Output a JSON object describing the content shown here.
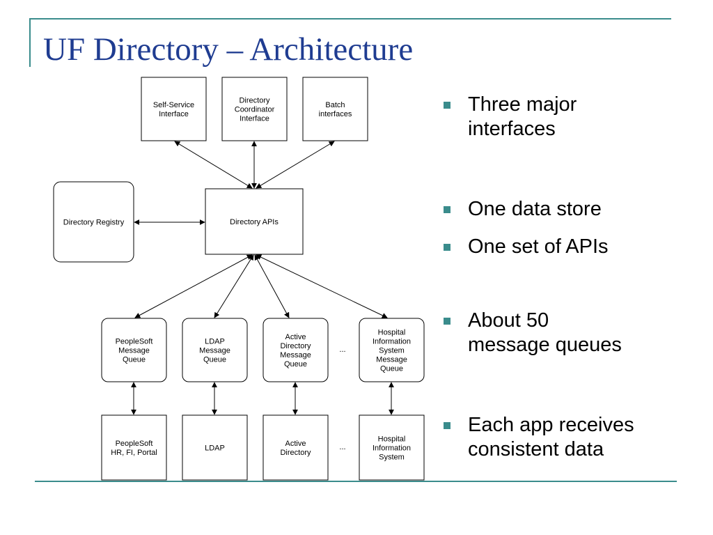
{
  "slide": {
    "title": "UF Directory – Architecture"
  },
  "diagram": {
    "interfaces": [
      {
        "lines": [
          "Self-Service",
          "Interface"
        ]
      },
      {
        "lines": [
          "Directory",
          "Coordinator",
          "Interface"
        ]
      },
      {
        "lines": [
          "Batch",
          "interfaces"
        ]
      }
    ],
    "registry": {
      "lines": [
        "Directory Registry"
      ]
    },
    "apis": {
      "lines": [
        "Directory APIs"
      ]
    },
    "queues": [
      {
        "lines": [
          "PeopleSoft",
          "Message",
          "Queue"
        ]
      },
      {
        "lines": [
          "LDAP",
          "Message",
          "Queue"
        ]
      },
      {
        "lines": [
          "Active",
          "Directory",
          "Message",
          "Queue"
        ]
      },
      {
        "lines": [
          "Hospital",
          "Information",
          "System",
          "Message",
          "Queue"
        ]
      }
    ],
    "apps": [
      {
        "lines": [
          "PeopleSoft",
          "HR, FI, Portal"
        ]
      },
      {
        "lines": [
          "LDAP"
        ]
      },
      {
        "lines": [
          "Active",
          "Directory"
        ]
      },
      {
        "lines": [
          "Hospital",
          "Information",
          "System"
        ]
      }
    ],
    "ellipsis_queues": "...",
    "ellipsis_apps": "..."
  },
  "bullets": [
    {
      "lines": [
        "Three major",
        "interfaces"
      ]
    },
    {
      "lines": [
        "One data store"
      ]
    },
    {
      "lines": [
        "One set of APIs"
      ]
    },
    {
      "lines": [
        "About 50",
        "message queues"
      ]
    },
    {
      "lines": [
        "Each app receives",
        "consistent data"
      ]
    }
  ],
  "colors": {
    "title": "#1f3c91",
    "accent": "#3a8c8c"
  }
}
